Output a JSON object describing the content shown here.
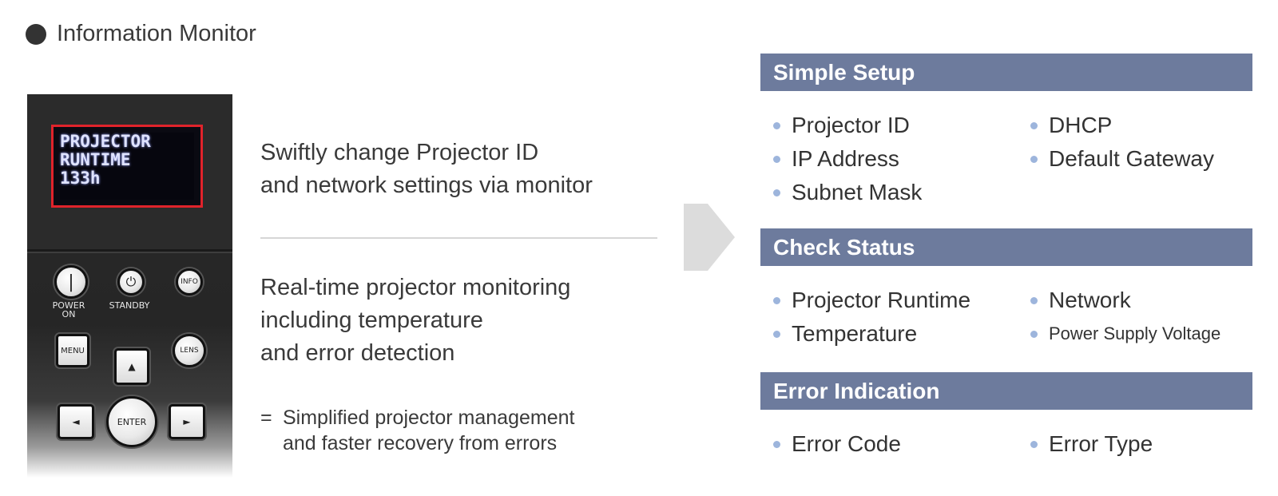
{
  "heading": {
    "label": "Information Monitor"
  },
  "panel": {
    "lcd_lines": [
      "PROJECTOR",
      "RUNTIME",
      "133h"
    ],
    "buttons": {
      "power_on": "POWER ON",
      "standby": "STANDBY",
      "info": "INFO",
      "menu": "MENU",
      "lens": "LENS",
      "up": "▲",
      "left": "◄",
      "right": "►",
      "enter": "ENTER"
    },
    "power_glyph": "|",
    "standby_glyph": "⏻"
  },
  "middle": {
    "block1": [
      "Swiftly change Projector ID",
      "and network settings via monitor"
    ],
    "block2": [
      "Real-time projector monitoring",
      "including temperature",
      "and error detection"
    ],
    "summary_symbol": "=",
    "summary": [
      "Simplified projector management",
      "and faster recovery from errors"
    ]
  },
  "sections": [
    {
      "title": "Simple Setup",
      "left": [
        "Projector ID",
        "IP Address",
        "Subnet Mask"
      ],
      "right": [
        "DHCP",
        "Default Gateway"
      ]
    },
    {
      "title": "Check Status",
      "left": [
        "Projector Runtime",
        "Temperature"
      ],
      "right": [
        "Network",
        "Power Supply Voltage"
      ]
    },
    {
      "title": "Error Indication",
      "left": [
        "Error Code"
      ],
      "right": [
        "Error Type"
      ]
    }
  ],
  "colors": {
    "header_bg": "#6d7b9d",
    "bullet": "#9db5dc",
    "lcd_border": "#e0232b",
    "arrow": "#dcdcdc"
  }
}
